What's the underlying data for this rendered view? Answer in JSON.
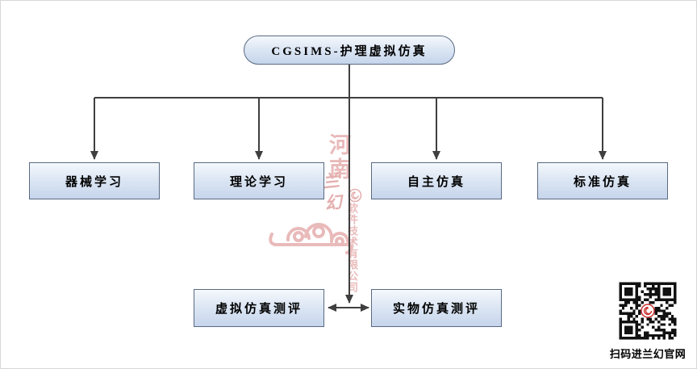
{
  "diagram": {
    "root_label": "CGSIMS-护理虚拟仿真",
    "level1": [
      {
        "label": "器械学习"
      },
      {
        "label": "理论学习"
      },
      {
        "label": "自主仿真"
      },
      {
        "label": "标准仿真"
      }
    ],
    "level2": [
      {
        "label": "虚拟仿真测评"
      },
      {
        "label": "实物仿真测评"
      }
    ]
  },
  "watermark": {
    "region": "河南",
    "brand": "兰幻",
    "company": "软件技术有限公司"
  },
  "qr": {
    "caption": "扫码进兰幻官网"
  },
  "colors": {
    "node_border": "#5a6a82",
    "node_fill_top": "#f4f8fc",
    "node_fill_bottom": "#c6d5ec",
    "connector": "#3f3f3f",
    "watermark": "#dd9090",
    "qr_module": "#111111",
    "qr_logo": "#cc3333"
  }
}
